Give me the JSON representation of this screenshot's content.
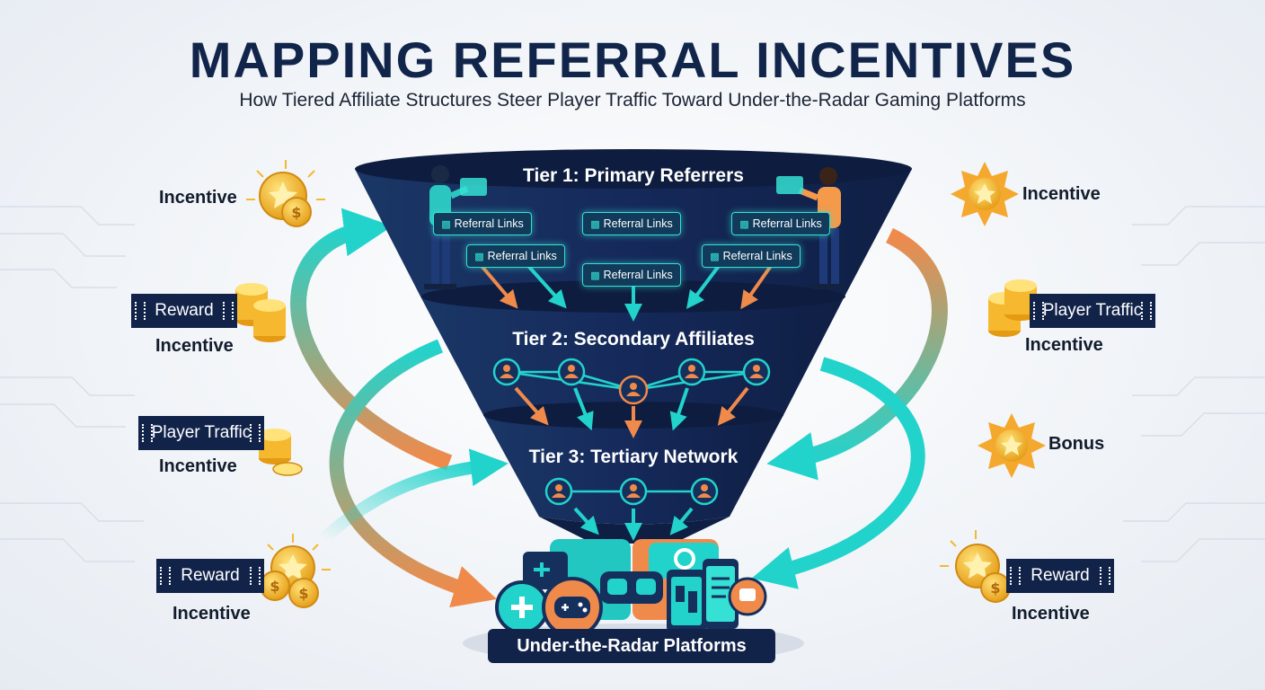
{
  "header": {
    "title": "MAPPING REFERRAL INCENTIVES",
    "subtitle": "How Tiered Affiliate Structures Steer Player Traffic Toward Under-the-Radar Gaming Platforms"
  },
  "tiers": [
    {
      "label": "Tier 1: Primary Referrers"
    },
    {
      "label": "Tier 2: Secondary Affiliates"
    },
    {
      "label": "Tier 3: Tertiary Network"
    }
  ],
  "referral_links": [
    "Referral Links",
    "Referral Links",
    "Referral Links",
    "Referral Links",
    "Referral Links",
    "Referral Links"
  ],
  "destination": {
    "label": "Under-the-Radar Platforms"
  },
  "left_labels": {
    "incentive_1": "Incentive",
    "reward_1": "Reward",
    "incentive_2": "Incentive",
    "player_traffic": "Player Traffic",
    "incentive_3": "Incentive",
    "reward_2": "Reward",
    "incentive_4": "Incentive"
  },
  "right_labels": {
    "incentive_1": "Incentive",
    "player_traffic": "Player Traffic",
    "incentive_2": "Incentive",
    "bonus": "Bonus",
    "reward": "Reward",
    "incentive_3": "Incentive"
  },
  "colors": {
    "navy": "#12234a",
    "funnel_dark": "#152a55",
    "teal": "#22d3cc",
    "orange": "#f08a4b",
    "gold": "#f5b82e"
  }
}
